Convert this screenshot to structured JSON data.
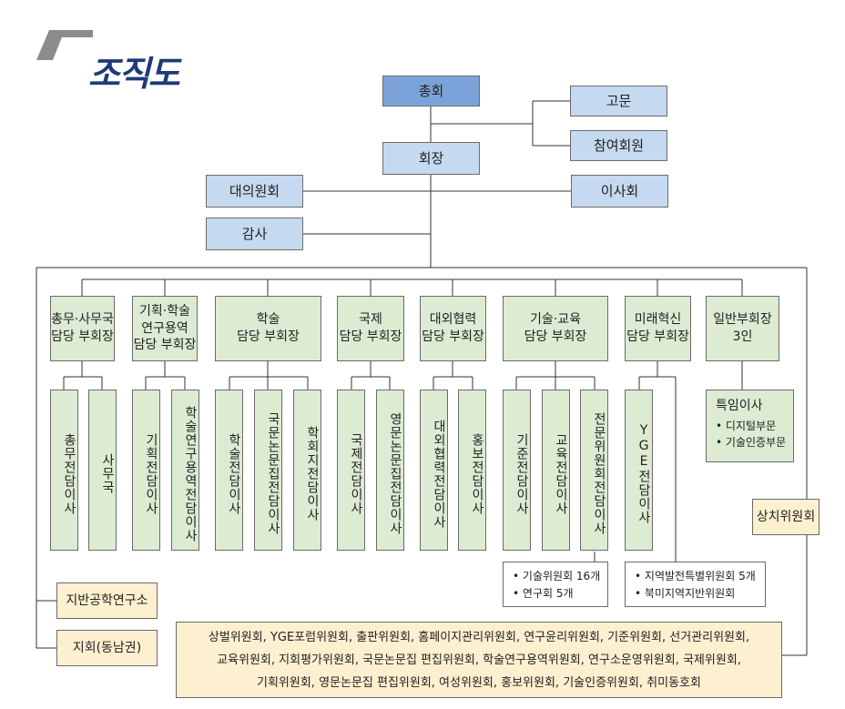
{
  "logo": {
    "title": "조직도",
    "icon": "slash-mark-icon"
  },
  "colors": {
    "top": "#7ba3d9",
    "blue": "#c5d9f0",
    "green": "#dcebd2",
    "cream": "#fdf0d0",
    "logo": "#1f3a78",
    "line": "#333333"
  },
  "top_nodes": {
    "general_assembly": "총회",
    "advisor": "고문",
    "participating_members": "참여회원",
    "president": "회장",
    "delegates_council": "대의원회",
    "board": "이사회",
    "auditor": "감사"
  },
  "vice_presidents": [
    {
      "label": [
        "총무·사무국",
        "담당 부회장"
      ]
    },
    {
      "label": [
        "기획·학술",
        "연구용역",
        "담당 부회장"
      ]
    },
    {
      "label": [
        "학술",
        "담당 부회장"
      ]
    },
    {
      "label": [
        "국제",
        "담당 부회장"
      ]
    },
    {
      "label": [
        "대외협력",
        "담당 부회장"
      ]
    },
    {
      "label": [
        "기술·교육",
        "담당 부회장"
      ]
    },
    {
      "label": [
        "미래혁신",
        "담당 부회장"
      ]
    },
    {
      "label": [
        "일반부회장",
        "3인"
      ]
    }
  ],
  "directors": [
    "총무전담이사",
    "사무국",
    "기획전담이사",
    "학술연구용역전담이사",
    "학술전담이사",
    "국문논문집전담이사",
    "학회지전담이사",
    "국제전담이사",
    "영문논문집전담이사",
    "대외협력전담이사",
    "홍보전담이사",
    "기준전담이사",
    "교육전담이사",
    "전문위원회전담이사",
    "YGE전담이사"
  ],
  "special_directors": {
    "title": "특임이사",
    "items": [
      "디지털부문",
      "기술인증부문"
    ]
  },
  "tech_committees": [
    "기술위원회 16개",
    "연구회 5개"
  ],
  "future_committees": [
    "지역발전특별위원회 5개",
    "북미지역지반위원회"
  ],
  "standing_committee": "상치위원회",
  "institute": "지반공학연구소",
  "branch": "지회(동남권)",
  "committees_list": [
    "상벌위원회, YGE포럼위원회, 출판위원회, 홈페이지관리위원회, 연구윤리위원회, 기준위원회, 선거관리위원회,",
    "교육위원회, 지회평가위원회, 국문논문집 편집위원회, 학술연구용역위원회, 연구소운영위원회, 국제위원회,",
    "기획위원회, 영문논문집 편집위원회, 여성위원회, 홍보위원회, 기술인증위원회, 취미동호회"
  ]
}
